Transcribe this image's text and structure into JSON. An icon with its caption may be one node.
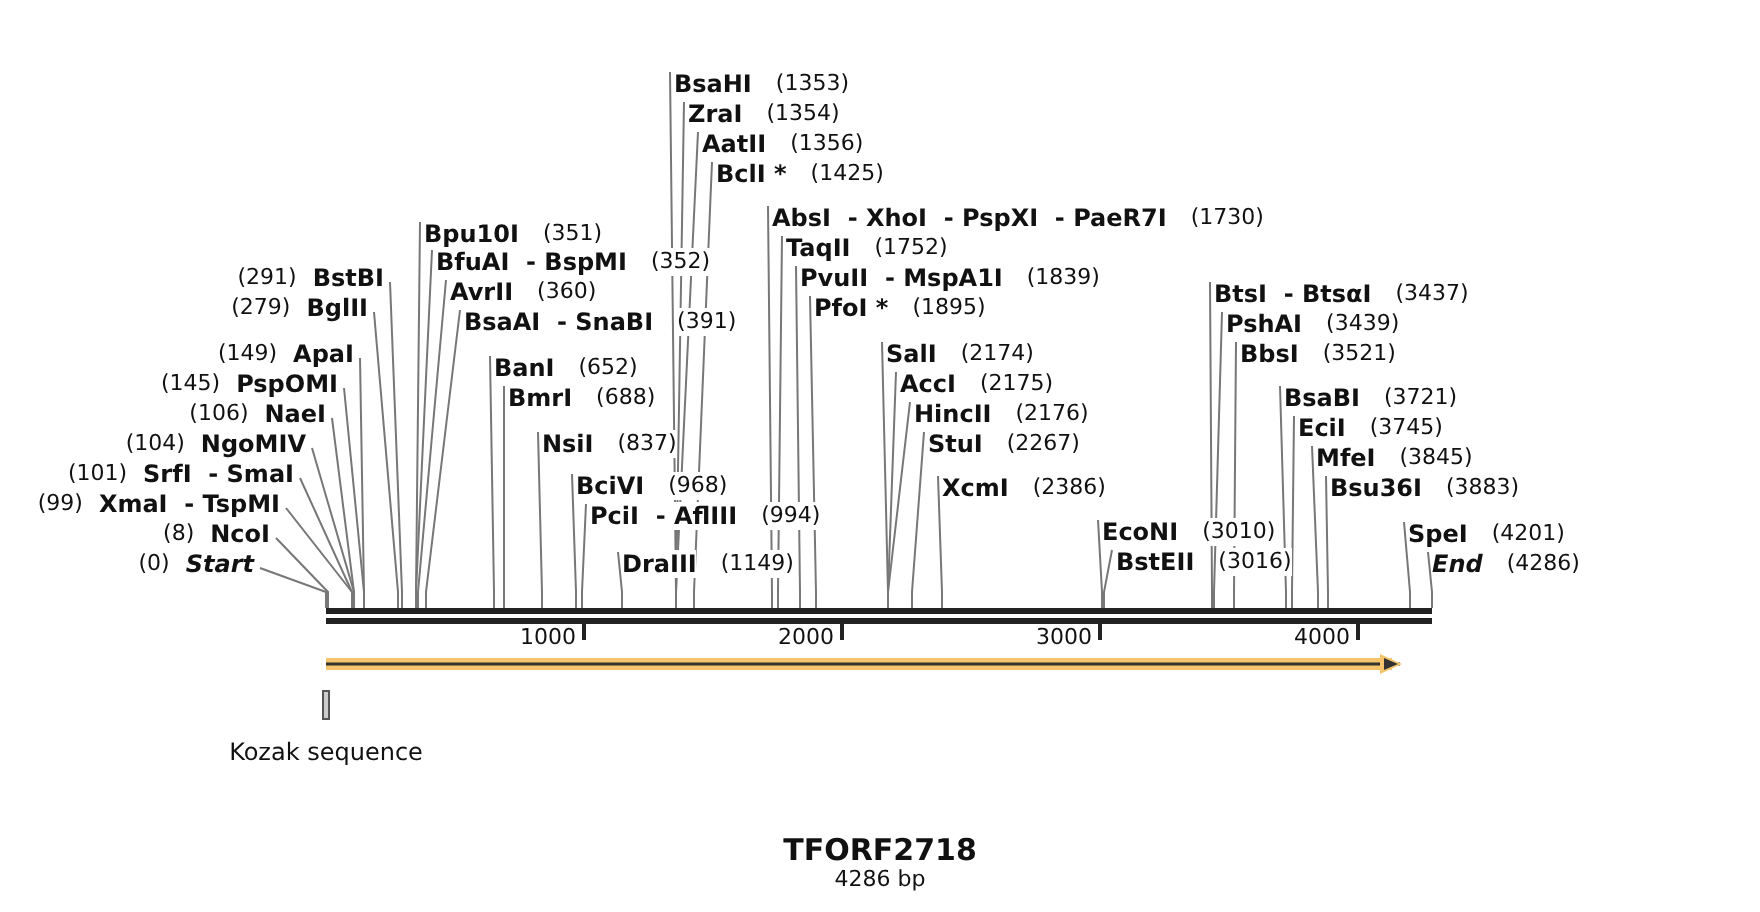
{
  "diagram": {
    "title": "TFORF2718",
    "caption": "4286 bp",
    "nodes": [
      {
        "text": [
          "(0)",
          "Start"
        ]
      },
      {
        "text": [
          "(8)",
          "NcoI"
        ]
      },
      {
        "text": [
          "(99)",
          "XmaI  - TspMI"
        ]
      },
      {
        "text": [
          "(101)",
          "SrfI  - SmaI"
        ]
      },
      {
        "text": [
          "(104)",
          "NgoMIV"
        ]
      },
      {
        "text": [
          "(106)",
          "NaeI"
        ]
      },
      {
        "text": [
          "(145)",
          "PspOMI"
        ]
      },
      {
        "text": [
          "(149)",
          "ApaI"
        ]
      },
      {
        "text": [
          "(279)",
          "BglII"
        ]
      },
      {
        "text": [
          "(291)",
          "BstBI"
        ]
      },
      {
        "text": [
          "Bpu10I",
          "(351)"
        ]
      },
      {
        "text": [
          "BfuAI  - BspMI",
          "(352)"
        ]
      },
      {
        "text": [
          "AvrII",
          "(360)"
        ]
      },
      {
        "text": [
          "BsaAI  - SnaBI",
          "(391)"
        ]
      },
      {
        "text": [
          "BanI",
          "(652)"
        ]
      },
      {
        "text": [
          "BmrI",
          "(688)"
        ]
      },
      {
        "text": [
          "NsiI",
          "(837)"
        ]
      },
      {
        "text": [
          "BciVI",
          "(968)"
        ]
      },
      {
        "text": [
          "PciI  - AflIII",
          "(994)"
        ]
      },
      {
        "text": [
          "DraIII",
          "(1149)"
        ]
      },
      {
        "text": [
          "BsaHI",
          "(1353)"
        ]
      },
      {
        "text": [
          "ZraI",
          "(1354)"
        ]
      },
      {
        "text": [
          "AatII",
          "(1356)"
        ]
      },
      {
        "text": [
          "BclI *",
          "(1425)"
        ]
      },
      {
        "text": [
          "AbsI  - XhoI  - PspXI  - PaeR7I",
          "(1730)"
        ]
      },
      {
        "text": [
          "TaqII",
          "(1752)"
        ]
      },
      {
        "text": [
          "PvuII  - MspA1I",
          "(1839)"
        ]
      },
      {
        "text": [
          "PfoI *",
          "(1895)"
        ]
      },
      {
        "text": [
          "SalI",
          "(2174)"
        ]
      },
      {
        "text": [
          "AccI",
          "(2175)"
        ]
      },
      {
        "text": [
          "HincII",
          "(2176)"
        ]
      },
      {
        "text": [
          "StuI",
          "(2267)"
        ]
      },
      {
        "text": [
          "XcmI",
          "(2386)"
        ]
      },
      {
        "text": [
          "EcoNI",
          "(3010)"
        ]
      },
      {
        "text": [
          "BstEII",
          "(3016)"
        ]
      },
      {
        "text": [
          "BtsI  - BtsαI",
          "(3437)"
        ]
      },
      {
        "text": [
          "PshAI",
          "(3439)"
        ]
      },
      {
        "text": [
          "BbsI",
          "(3521)"
        ]
      },
      {
        "text": [
          "BsaBI",
          "(3721)"
        ]
      },
      {
        "text": [
          "EciI",
          "(3745)"
        ]
      },
      {
        "text": [
          "MfeI",
          "(3845)"
        ]
      },
      {
        "text": [
          "Bsu36I",
          "(3883)"
        ]
      },
      {
        "text": [
          "SpeI",
          "(4201)"
        ]
      },
      {
        "text": [
          "End",
          "(4286)"
        ]
      },
      {
        "text": [
          "Kozak sequence"
        ]
      }
    ],
    "edges": [
      {
        "from": 0,
        "to": null,
        "arrow": "none"
      },
      {
        "from": 1,
        "to": null,
        "arrow": "none"
      },
      {
        "from": 2,
        "to": null,
        "arrow": "none"
      },
      {
        "from": 3,
        "to": null,
        "arrow": "none"
      },
      {
        "from": 4,
        "to": null,
        "arrow": "none"
      },
      {
        "from": 5,
        "to": null,
        "arrow": "none"
      },
      {
        "from": 6,
        "to": null,
        "arrow": "none"
      },
      {
        "from": 7,
        "to": null,
        "arrow": "none"
      },
      {
        "from": 8,
        "to": null,
        "arrow": "none"
      },
      {
        "from": 9,
        "to": null,
        "arrow": "none"
      },
      {
        "from": 10,
        "to": null,
        "arrow": "none"
      },
      {
        "from": 11,
        "to": null,
        "arrow": "none"
      },
      {
        "from": 12,
        "to": null,
        "arrow": "none"
      },
      {
        "from": 13,
        "to": null,
        "arrow": "none"
      },
      {
        "from": 14,
        "to": null,
        "arrow": "none"
      },
      {
        "from": 15,
        "to": null,
        "arrow": "none"
      },
      {
        "from": 16,
        "to": null,
        "arrow": "none"
      },
      {
        "from": 17,
        "to": null,
        "arrow": "none"
      },
      {
        "from": 18,
        "to": null,
        "arrow": "none"
      },
      {
        "from": 19,
        "to": null,
        "arrow": "none"
      },
      {
        "from": 20,
        "to": null,
        "arrow": "none"
      },
      {
        "from": 21,
        "to": null,
        "arrow": "none"
      },
      {
        "from": 22,
        "to": null,
        "arrow": "none"
      },
      {
        "from": 23,
        "to": null,
        "arrow": "none"
      },
      {
        "from": 24,
        "to": null,
        "arrow": "none"
      },
      {
        "from": 25,
        "to": null,
        "arrow": "none"
      },
      {
        "from": 26,
        "to": null,
        "arrow": "none"
      },
      {
        "from": 27,
        "to": null,
        "arrow": "none"
      },
      {
        "from": 28,
        "to": null,
        "arrow": "none"
      },
      {
        "from": 29,
        "to": null,
        "arrow": "none"
      },
      {
        "from": 30,
        "to": null,
        "arrow": "none"
      },
      {
        "from": 31,
        "to": null,
        "arrow": "none"
      },
      {
        "from": 32,
        "to": null,
        "arrow": "none"
      },
      {
        "from": 33,
        "to": null,
        "arrow": "none"
      },
      {
        "from": 34,
        "to": null,
        "arrow": "none"
      },
      {
        "from": 35,
        "to": null,
        "arrow": "none"
      },
      {
        "from": 36,
        "to": null,
        "arrow": "none"
      },
      {
        "from": 37,
        "to": null,
        "arrow": "none"
      },
      {
        "from": 38,
        "to": null,
        "arrow": "none"
      },
      {
        "from": 39,
        "to": null,
        "arrow": "none"
      },
      {
        "from": 40,
        "to": null,
        "arrow": "none"
      },
      {
        "from": 41,
        "to": null,
        "arrow": "none"
      },
      {
        "from": 42,
        "to": null,
        "arrow": "none"
      },
      {
        "from": 43,
        "to": null,
        "arrow": "none"
      }
    ],
    "labels": [
      "1000",
      "2000",
      "3000",
      "4000"
    ]
  }
}
